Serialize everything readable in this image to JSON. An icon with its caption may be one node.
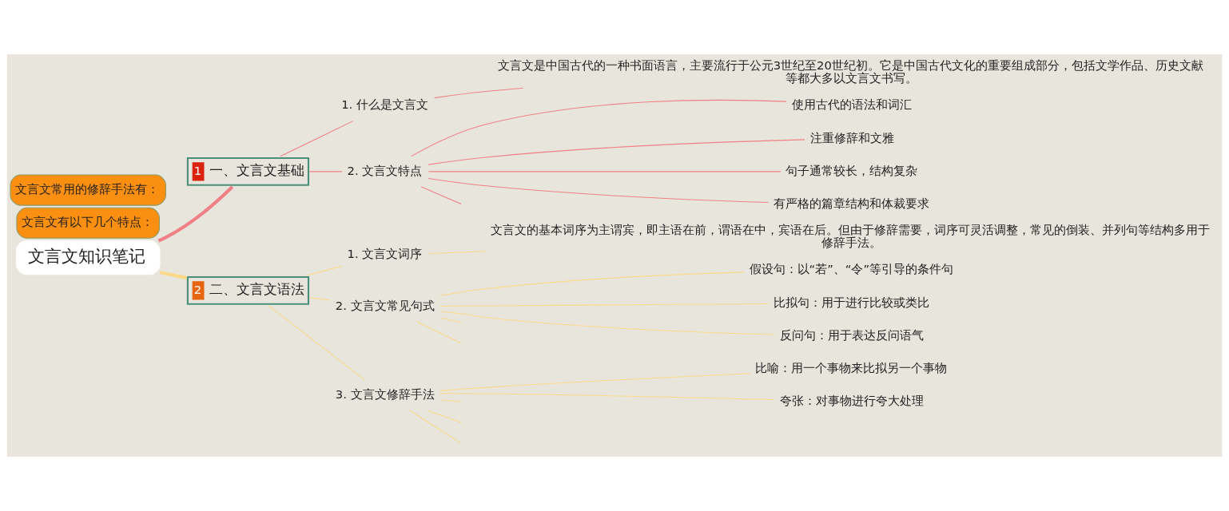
{
  "diagram": {
    "nodes": [
      {
        "text": [
          "文言文知识笔记"
        ]
      },
      {
        "text": [
          "1",
          "一、文言文基础"
        ]
      },
      {
        "text": [
          "1. 什么是文言文"
        ]
      },
      {
        "text": [
          "文言文是中国古代的一种书面语言，主要流行于公元3世纪至20世纪初。它是中国古代文化的重要组成部分，包括文学作品、历史文献等都大多以文言文书写。"
        ]
      },
      {
        "text": [
          "2. 文言文特点"
        ]
      },
      {
        "text": [
          "使用古代的语法和词汇"
        ]
      },
      {
        "text": [
          "注重修辞和文雅"
        ]
      },
      {
        "text": [
          "句子通常较长，结构复杂"
        ]
      },
      {
        "text": [
          "有严格的篇章结构和体裁要求"
        ]
      },
      {
        "text": [
          "文言文有以下几个特点："
        ]
      },
      {
        "text": [
          "2",
          "二、文言文语法"
        ]
      },
      {
        "text": [
          "1. 文言文词序"
        ]
      },
      {
        "text": [
          "文言文的基本词序为主谓宾，即主语在前，谓语在中，宾语在后。但由于修辞需要，词序可灵活调整，常见的倒装、并列句等结构多用于修辞手法。"
        ]
      },
      {
        "text": [
          "2. 文言文常见句式"
        ]
      },
      {
        "text": [
          "假设句：以“若”、“令”等引导的条件句"
        ]
      },
      {
        "text": [
          "比拟句：用于进行比较或类比"
        ]
      },
      {
        "text": [
          "反问句：用于表达反问语气"
        ]
      },
      {
        "text": [
          "3. 文言文修辞手法"
        ]
      },
      {
        "text": [
          "比喻：用一个事物来比拟另一个事物"
        ]
      },
      {
        "text": [
          "夸张：对事物进行夸大处理"
        ]
      },
      {
        "text": [
          "文言文常用的修辞手法有："
        ]
      }
    ],
    "edges": [
      {
        "from": 0,
        "to": 1,
        "arrow": "none",
        "style": "thick",
        "color": "#f07f86"
      },
      {
        "from": 1,
        "to": 2,
        "arrow": "none",
        "color": "#f07f86"
      },
      {
        "from": 2,
        "to": 3,
        "arrow": "none",
        "color": "#f07f86"
      },
      {
        "from": 1,
        "to": 4,
        "arrow": "none",
        "color": "#f07f86"
      },
      {
        "from": 4,
        "to": 5,
        "arrow": "none",
        "color": "#f07f86"
      },
      {
        "from": 4,
        "to": 6,
        "arrow": "none",
        "color": "#f07f86"
      },
      {
        "from": 4,
        "to": 7,
        "arrow": "none",
        "color": "#f07f86"
      },
      {
        "from": 4,
        "to": 8,
        "arrow": "none",
        "color": "#f07f86"
      },
      {
        "from": 4,
        "to": null,
        "arrow": "none",
        "color": "#f07f86"
      },
      {
        "from": 0,
        "to": 10,
        "arrow": "none",
        "style": "thick"
      },
      {
        "from": 10,
        "to": 11,
        "arrow": "none"
      },
      {
        "from": 11,
        "to": 12,
        "arrow": "none"
      },
      {
        "from": 10,
        "to": 13,
        "arrow": "none"
      },
      {
        "from": 13,
        "to": 14,
        "arrow": "none"
      },
      {
        "from": 13,
        "to": 15,
        "arrow": "none"
      },
      {
        "from": 13,
        "to": 16,
        "arrow": "none"
      },
      {
        "from": 13,
        "to": null,
        "arrow": "none"
      },
      {
        "from": 13,
        "to": null,
        "arrow": "none"
      },
      {
        "from": 10,
        "to": 17,
        "arrow": "none"
      },
      {
        "from": 17,
        "to": 18,
        "arrow": "none"
      },
      {
        "from": 17,
        "to": 19,
        "arrow": "none"
      },
      {
        "from": 17,
        "to": null,
        "arrow": "none"
      },
      {
        "from": 17,
        "to": null,
        "arrow": "none"
      },
      {
        "from": 17,
        "to": null,
        "arrow": "none"
      }
    ]
  }
}
